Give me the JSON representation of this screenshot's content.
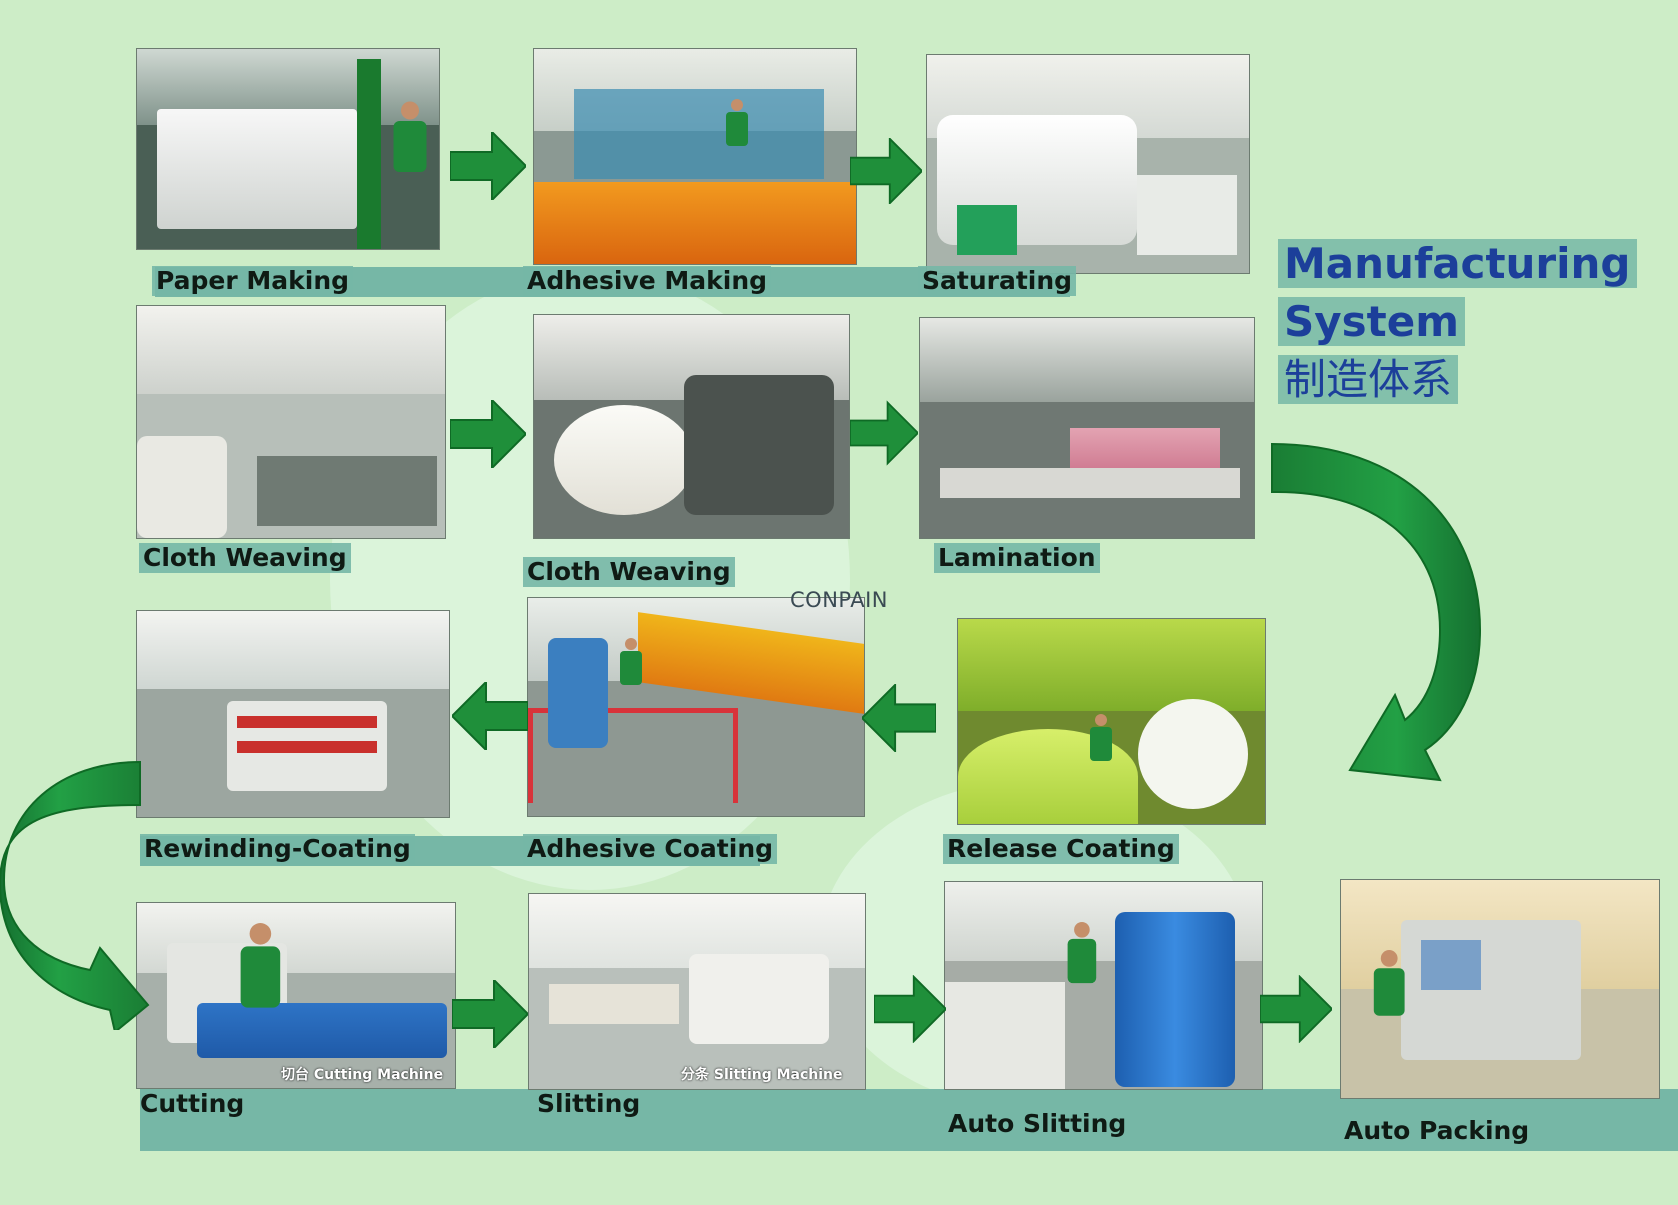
{
  "title": {
    "line1": "Manufacturing",
    "line2": "System",
    "line3": "制造体系"
  },
  "logo": "CONPAIN",
  "steps": [
    {
      "caption": "Paper Making"
    },
    {
      "caption": "Adhesive Making"
    },
    {
      "caption": "Saturating"
    },
    {
      "caption": "Cloth Weaving"
    },
    {
      "caption": "Cloth Weaving"
    },
    {
      "caption": "Lamination"
    },
    {
      "caption": "Rewinding-Coating"
    },
    {
      "caption": "Adhesive Coating"
    },
    {
      "caption": "Release Coating"
    },
    {
      "caption": "Cutting",
      "photo_label": "切台   Cutting Machine"
    },
    {
      "caption": "Slitting",
      "photo_label": "分条   Slitting Machine"
    },
    {
      "caption": "Auto Slitting"
    },
    {
      "caption": "Auto Packing"
    }
  ],
  "colors": {
    "background": "#cdedc7",
    "band": "#76b7a6",
    "arrow": "#1f8f3a",
    "title": "#1c3f9a"
  }
}
